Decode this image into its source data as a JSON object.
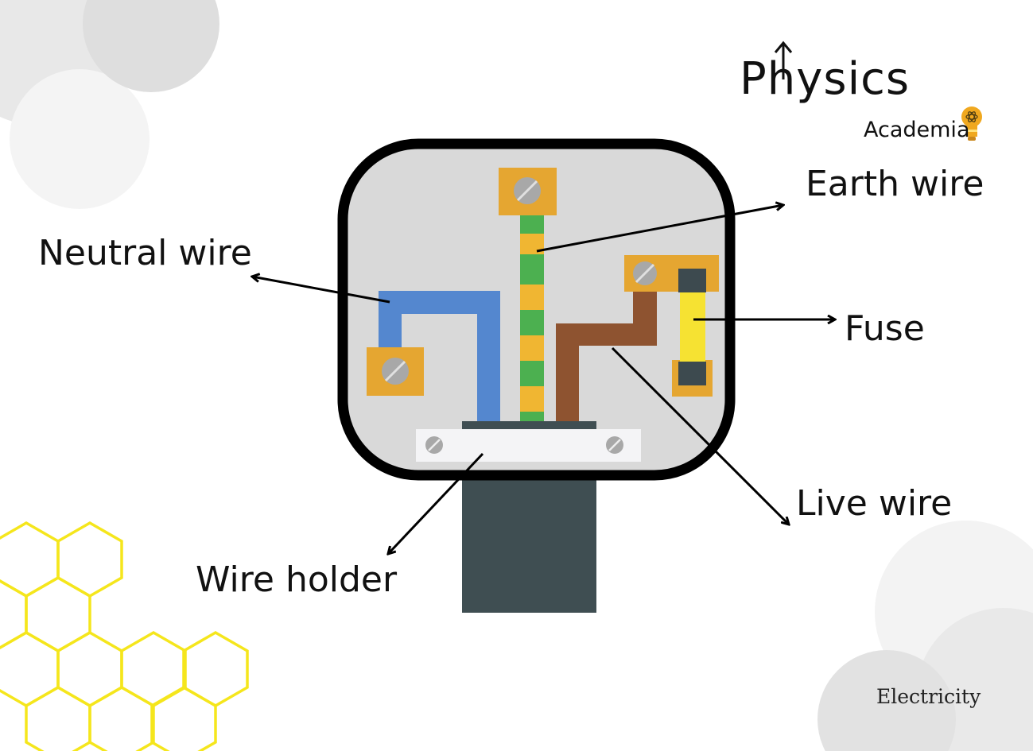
{
  "brand": {
    "name_line1": "Physics",
    "name_line2": "Academia"
  },
  "diagram": {
    "labels": {
      "earth": "Earth wire",
      "neutral": "Neutral wire",
      "fuse": "Fuse",
      "live": "Live wire",
      "holder": "Wire holder"
    }
  },
  "footer": {
    "topic": "Electricity"
  },
  "colors": {
    "plug_casing": "#d9d9d9",
    "plug_border": "#000000",
    "terminal": "#e5a631",
    "screw": "#a8a8a8",
    "neutral_wire": "#5487cf",
    "live_wire": "#8e5330",
    "earth_green": "#4cb050",
    "earth_yellow": "#f0b632",
    "fuse_body": "#f6e232",
    "fuse_cap": "#3d4a4f",
    "cable": "#3f4e52",
    "holder_bar": "#f4f4f6",
    "hexagon_outline": "#f5e61c",
    "bubble_gray": "#ececec"
  },
  "icons": [
    "lightbulb-atom-icon",
    "up-arrow-icon",
    "screw-icon"
  ]
}
